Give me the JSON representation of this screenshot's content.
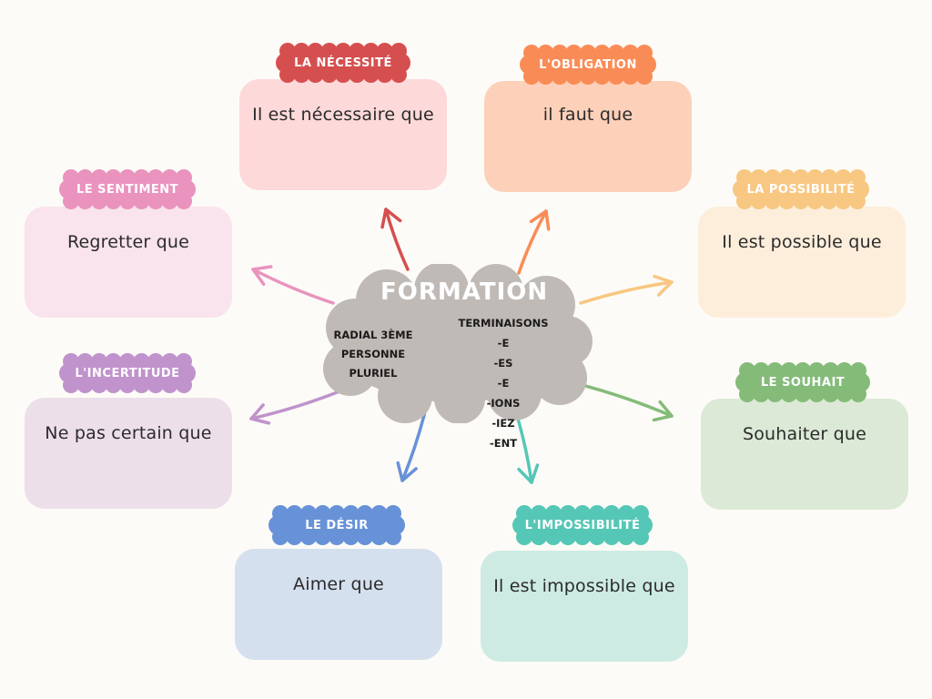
{
  "center": {
    "title": "FORMATION",
    "left_lines": [
      "RADIAL 3ÈME",
      "PERSONNE",
      "PLURIEL"
    ],
    "right_header": "TERMINAISONS",
    "endings": [
      "-E",
      "-ES",
      "-E",
      "-IONS",
      "-IEZ",
      "-ENT"
    ],
    "cloud_color": "#c0bab6"
  },
  "nodes": [
    {
      "id": "necessite",
      "label": "LA NÉCESSITÉ",
      "text": "Il est nécessaire que",
      "tag_color": "#d64f4f",
      "card_color": "#fdd9d9"
    },
    {
      "id": "obligation",
      "label": "L'OBLIGATION",
      "text": "il faut que",
      "tag_color": "#f98c56",
      "card_color": "#fdd0b9"
    },
    {
      "id": "sentiment",
      "label": "LE SENTIMENT",
      "text": "Regretter que",
      "tag_color": "#e993be",
      "card_color": "#f9e3ec"
    },
    {
      "id": "possibilite",
      "label": "LA  POSSIBILITÉ",
      "text": "Il est possible que",
      "tag_color": "#f8c782",
      "card_color": "#fdeedb"
    },
    {
      "id": "incertitude",
      "label": "L'INCERTITUDE",
      "text": "Ne pas certain que",
      "tag_color": "#c093cc",
      "card_color": "#ecdfea"
    },
    {
      "id": "souhait",
      "label": "LE SOUHAIT",
      "text": "Souhaiter que",
      "tag_color": "#84bb79",
      "card_color": "#dce9d6"
    },
    {
      "id": "desir",
      "label": "LE DÉSIR",
      "text": "Aimer que",
      "tag_color": "#6792d8",
      "card_color": "#d5e0ef"
    },
    {
      "id": "impossibilite",
      "label": "L'IMPOSSIBILITÉ",
      "text": "Il est impossible que",
      "tag_color": "#55c7b6",
      "card_color": "#cdebe3"
    }
  ]
}
